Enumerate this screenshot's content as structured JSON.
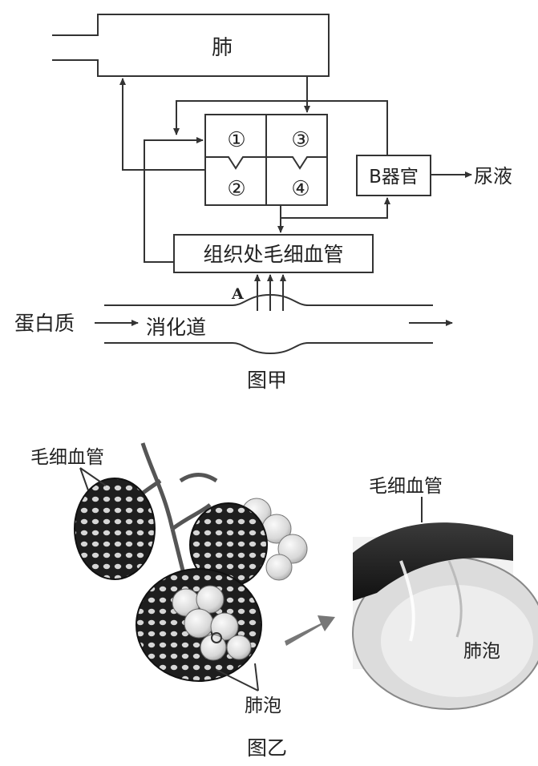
{
  "figure_a": {
    "lung": "肺",
    "chamber_1": "①",
    "chamber_2": "②",
    "chamber_3": "③",
    "chamber_4": "④",
    "organ_b": "B器官",
    "urine": "尿液",
    "tissue_capillary": "组织处毛细血管",
    "label_a": "A",
    "protein": "蛋白质",
    "digestive_tract": "消化道",
    "caption": "图甲"
  },
  "figure_b": {
    "capillary_left": "毛细血管",
    "alveoli_left": "肺泡",
    "capillary_right": "毛细血管",
    "alveoli_right": "肺泡",
    "caption": "图乙"
  }
}
